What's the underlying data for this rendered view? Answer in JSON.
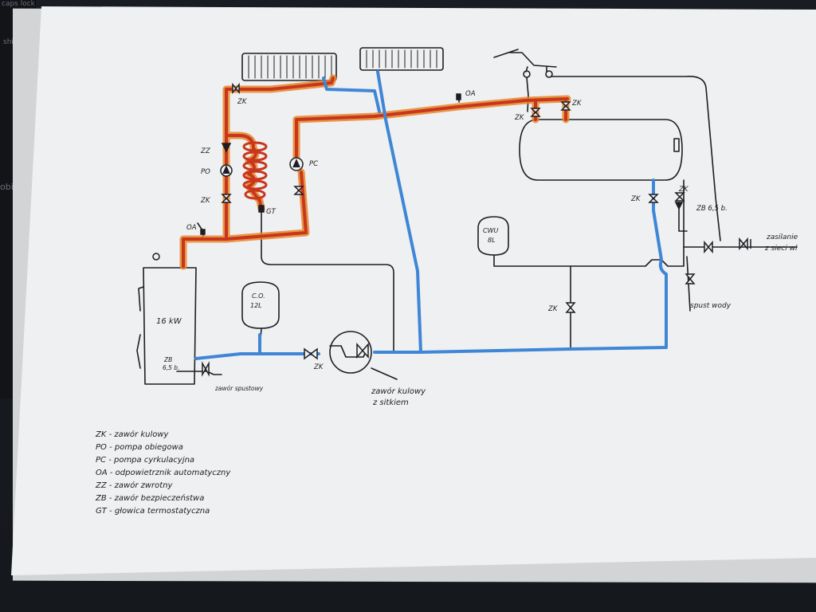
{
  "keyboard": {
    "caps_lock": "caps lock",
    "shift": "shift",
    "mobile": "obile"
  },
  "labels": {
    "zk_top": "ZK",
    "zz": "ZZ",
    "po": "PO",
    "zk_left": "ZK",
    "pc": "PC",
    "gt": "GT",
    "oa_left": "OA",
    "oa_top": "OA",
    "zk_tank_left": "ZK",
    "zk_tank_right": "ZK",
    "zk_right_pipe": "ZK",
    "zk_right_pipe2": "ZK",
    "zb_tank": "ZB 6,5 b.",
    "cwu": "CWU",
    "cwu_vol": "8L",
    "co": "C.O.",
    "co_vol": "12L",
    "boiler_power": "16 kW",
    "zb_boiler_1": "ZB",
    "zb_boiler_2": "6,5 b.",
    "drain_valve": "zawór spustowy",
    "zk_bottom": "ZK",
    "zk_mid": "ZK",
    "ball_valve_1": "zawór kulowy",
    "ball_valve_2": "z sitkiem",
    "supply_1": "zasilanie",
    "supply_2": "z sieci wl",
    "water_drain": "spust wody"
  },
  "legend": [
    "ZK - zawór kulowy",
    "PO - pompa obiegowa",
    "PC - pompa cyrkulacyjna",
    "OA - odpowietrznik automatyczny",
    "ZZ - zawór zwrotny",
    "ZB - zawór bezpieczeństwa",
    "GT - głowica termostatyczna"
  ],
  "colors": {
    "hot": "#c8361c",
    "hot_glow": "#e8872a",
    "cold": "#3f86d6",
    "ink": "#1e1e22",
    "paper": "#eef0f1"
  }
}
